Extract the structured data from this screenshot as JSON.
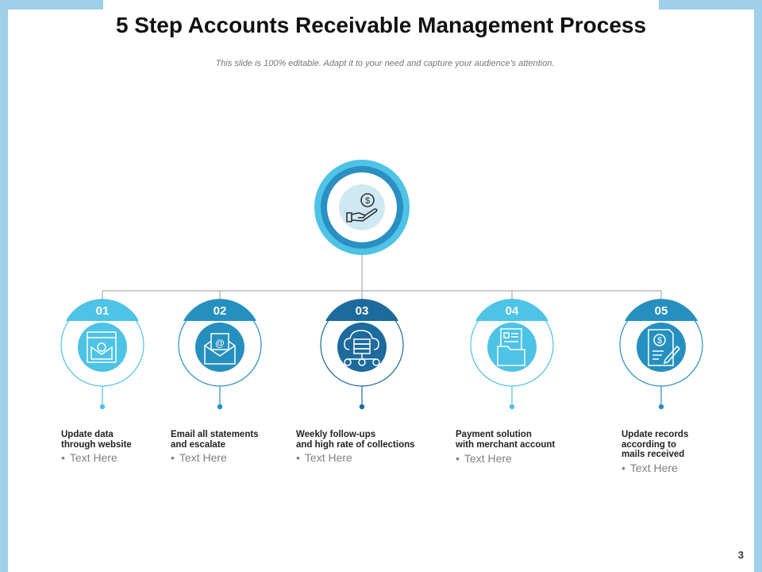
{
  "title": "5 Step Accounts Receivable Management Process",
  "subtitle": "This slide is 100% editable. Adapt it to your need and capture your audience’s attention.",
  "center": {
    "icon": "hand-holding-dollar-icon"
  },
  "colors": {
    "light": "#4dc3e6",
    "mid": "#2590c0",
    "dark": "#1d6a9c",
    "frame": "#9fcfe9"
  },
  "steps": [
    {
      "number": "01",
      "title_line1": "Update data",
      "title_line2": "through website",
      "title_line3": "",
      "bullet": "Text Here",
      "icon": "web-email-invoice-icon"
    },
    {
      "number": "02",
      "title_line1": "Email all statements",
      "title_line2": "and escalate",
      "title_line3": "",
      "bullet": "Text Here",
      "icon": "email-envelope-icon"
    },
    {
      "number": "03",
      "title_line1": "Weekly follow-ups",
      "title_line2": "and high rate of collections",
      "title_line3": "",
      "bullet": "Text Here",
      "icon": "cloud-server-network-icon"
    },
    {
      "number": "04",
      "title_line1": "Payment solution",
      "title_line2": "with merchant account",
      "title_line3": "",
      "bullet": "Text Here",
      "icon": "folder-document-icon"
    },
    {
      "number": "05",
      "title_line1": "Update records",
      "title_line2": "according to",
      "title_line3": "mails received",
      "bullet": "Text Here",
      "icon": "invoice-dollar-pen-icon"
    }
  ],
  "page_number": "3"
}
